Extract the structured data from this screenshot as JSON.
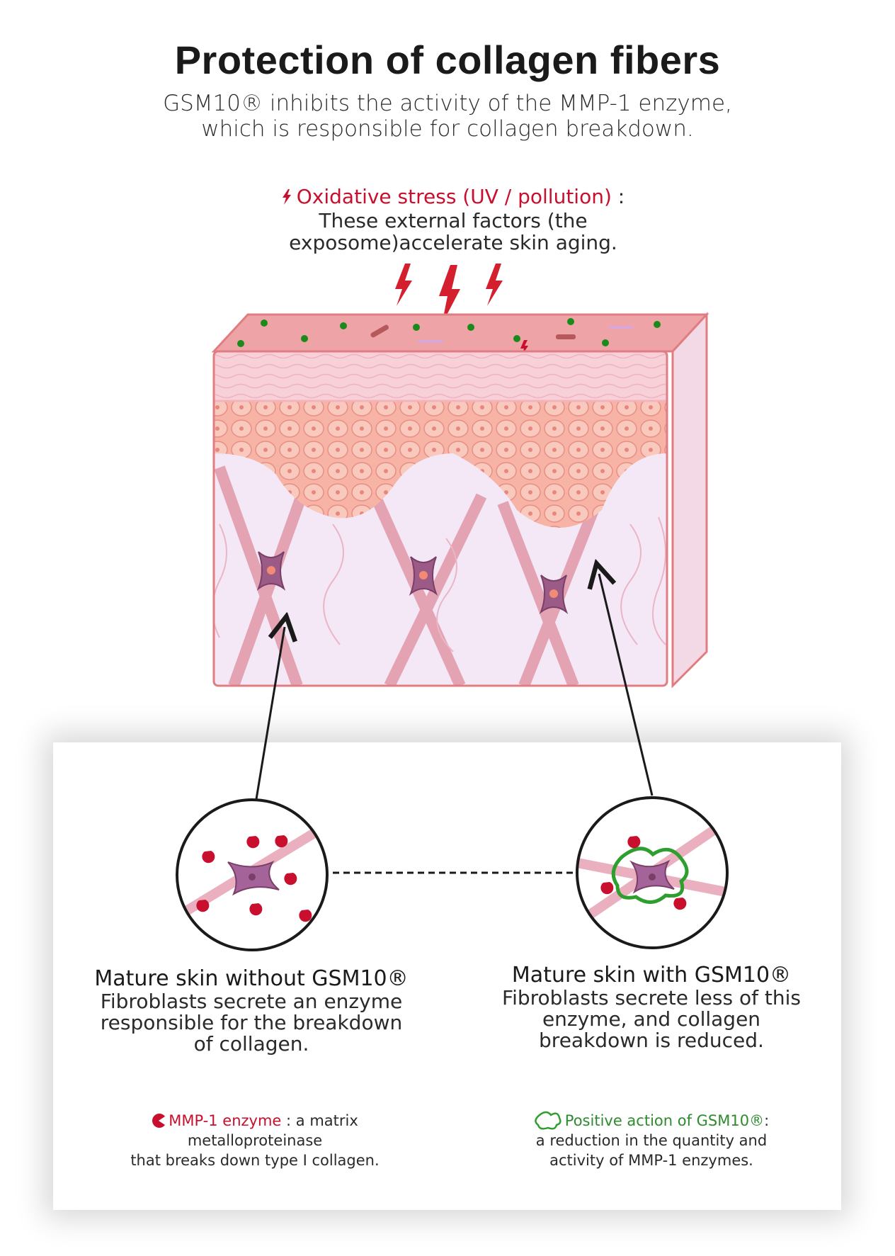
{
  "header": {
    "title": "Protection of collagen fibers",
    "subtitle_line1": "GSM10® inhibits the activity of the MMP-1 enzyme,",
    "subtitle_line2": "which is responsible for collagen breakdown."
  },
  "stress": {
    "label": "Oxidative stress (UV / pollution)",
    "colon": " :",
    "line1": "These external factors (the",
    "line2": "exposome)accelerate skin aging."
  },
  "left_panel": {
    "title": "Mature skin without GSM10®",
    "line1": "Fibroblasts secrete an enzyme",
    "line2": "responsible for the breakdown",
    "line3": "of collagen.",
    "legend_label": "MMP-1 enzyme",
    "legend_rest": " : a matrix",
    "legend_line2": "metalloproteinase",
    "legend_line3": "that breaks down type I collagen."
  },
  "right_panel": {
    "title": "Mature skin with GSM10®",
    "line1": "Fibroblasts secrete less of this",
    "line2": "enzyme, and collagen",
    "line3": "breakdown is reduced.",
    "legend_label": "Positive action of GSM10®",
    "legend_rest": ":",
    "legend_line2": "a reduction in the quantity and",
    "legend_line3": "activity of MMP-1 enzymes."
  },
  "colors": {
    "enzyme_red": "#c8102e",
    "protection_green": "#2e9e2e",
    "skin_pink": "#f2a5a5",
    "fibroblast_purple": "#9c5a86"
  },
  "icons": [
    "lightning-icon",
    "enzyme-icon",
    "protection-shield-icon"
  ]
}
